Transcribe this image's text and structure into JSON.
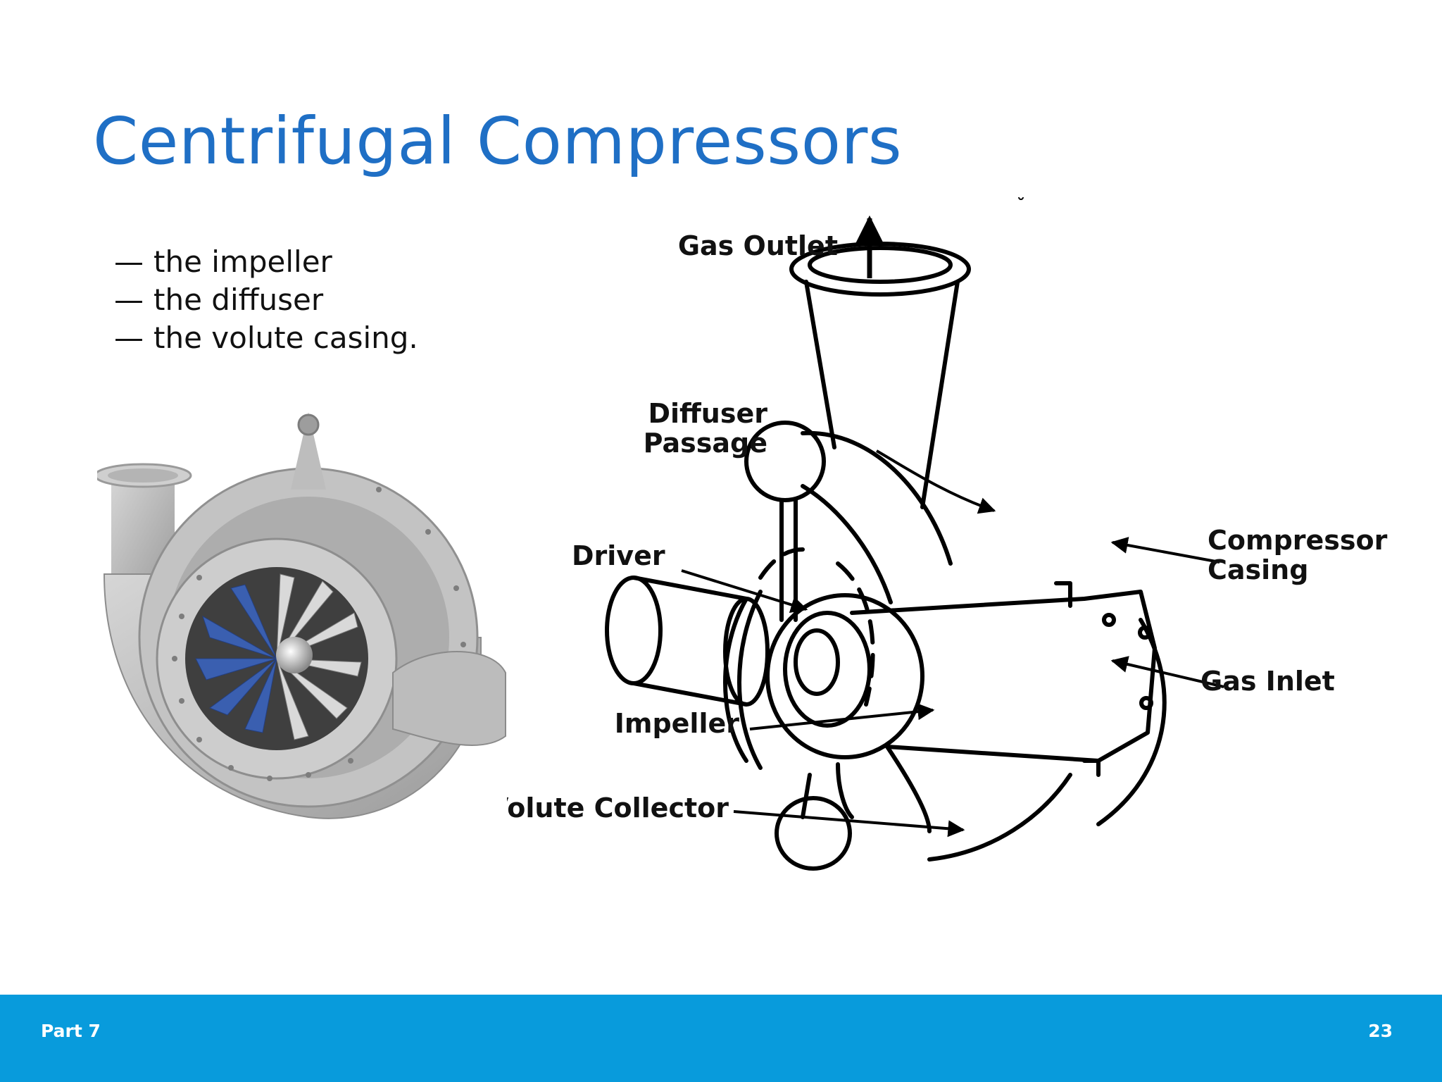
{
  "slide": {
    "title": "Centrifugal Compressors",
    "bullets": [
      {
        "dash": "—",
        "text": "the impeller"
      },
      {
        "dash": "—",
        "text": "the diffuser"
      },
      {
        "dash": "—",
        "text": "the volute casing."
      }
    ]
  },
  "diagram": {
    "labels": {
      "gas_outlet": "Gas Outlet",
      "diffuser_line1": "Diffuser",
      "diffuser_line2": "Passage",
      "compressor_line1": "Compressor",
      "compressor_line2": "Casing",
      "driver": "Driver",
      "impeller": "Impeller",
      "gas_inlet": "Gas Inlet",
      "volute_collector": "Volute Collector"
    }
  },
  "footer": {
    "section": "Part 7",
    "page_number": "23"
  },
  "colors": {
    "title": "#1f6fc5",
    "footer_bar": "#089bdc",
    "impeller_blades": "#3a5fb0"
  }
}
